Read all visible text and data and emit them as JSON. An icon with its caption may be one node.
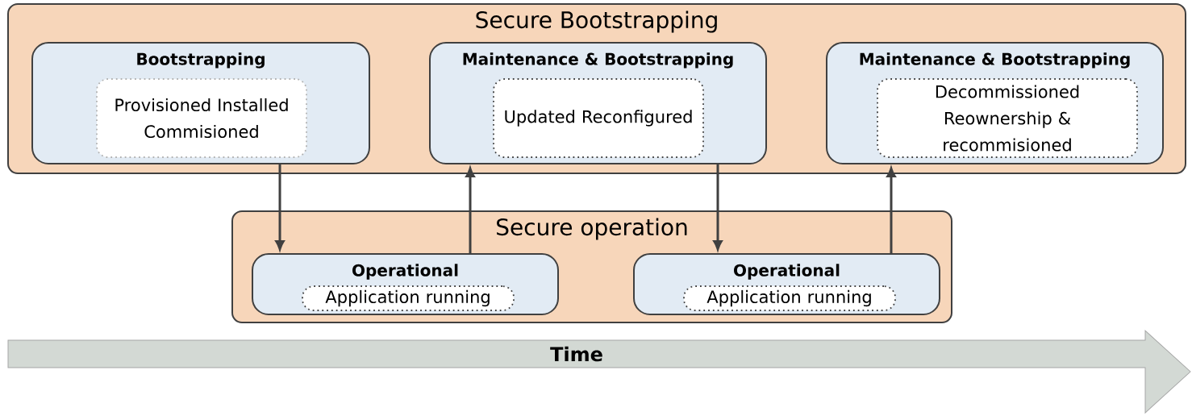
{
  "diagram": {
    "nodes": [
      {
        "text": [
          "Secure Bootstrapping"
        ]
      },
      {
        "text": [
          "Bootstrapping"
        ],
        "in": 0
      },
      {
        "text": [
          "Provisioned Installed Commisioned"
        ],
        "in": 1
      },
      {
        "text": [
          "Maintenance & Bootstrapping"
        ],
        "in": 0
      },
      {
        "text": [
          "Updated Reconfigured"
        ],
        "in": 3
      },
      {
        "text": [
          "Maintenance & Bootstrapping"
        ],
        "in": 0
      },
      {
        "text": [
          "Decommissioned Reownership & recommisioned"
        ],
        "in": 5
      },
      {
        "text": [
          "Secure operation"
        ]
      },
      {
        "text": [
          "Operational"
        ],
        "in": 7
      },
      {
        "text": [
          "Application running"
        ],
        "in": 8
      },
      {
        "text": [
          "Operational"
        ],
        "in": 7
      },
      {
        "text": [
          "Application running"
        ],
        "in": 10
      },
      {
        "text": [
          "Time"
        ]
      }
    ],
    "edges": [
      {
        "from": 1,
        "to": 8,
        "arrow": "to"
      },
      {
        "from": 8,
        "to": 3,
        "arrow": "to"
      },
      {
        "from": 3,
        "to": 10,
        "arrow": "to"
      },
      {
        "from": 10,
        "to": 5,
        "arrow": "to"
      }
    ]
  }
}
